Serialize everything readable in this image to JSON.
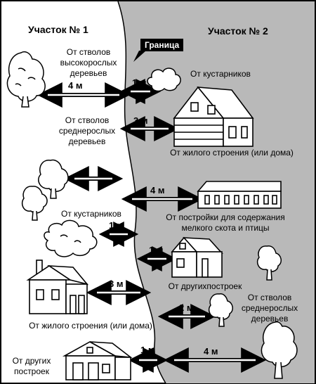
{
  "titles": {
    "plot1": "Участок № 1",
    "plot2": "Участок № 2",
    "border": "Граница"
  },
  "left": {
    "tall_trees": "От стволов\nвысокорослых\nдеревьев",
    "medium_trees": "От стволов\nсреднерослых\nдеревьев",
    "shrubs": "От кустарников",
    "house": "От жилого строения (или дома)",
    "outbuildings": "От других\nпостроек"
  },
  "right": {
    "shrubs": "От кустарников",
    "house": "От жилого строения (или дома)",
    "livestock": "От постройки для содержания\nмелкого скота и птицы",
    "outbuildings": "От другихпостроек",
    "medium_trees": "От стволов\nсреднерослых\nдеревьев"
  },
  "distances": {
    "tall_trees": "4 м",
    "shrubs_right": "1 м",
    "house_right": "3 м",
    "livestock": "4 м",
    "shrubs_left": "1 м",
    "outbuildings_right": "1 м",
    "house_left": "3 м",
    "medium_trees_right": "2 м",
    "outbuildings_left": "1 м",
    "outbuildings_right_far": "4 м"
  },
  "colors": {
    "plot2_fill": "#b9b9b9",
    "ink": "#000000",
    "paper": "#ffffff"
  }
}
